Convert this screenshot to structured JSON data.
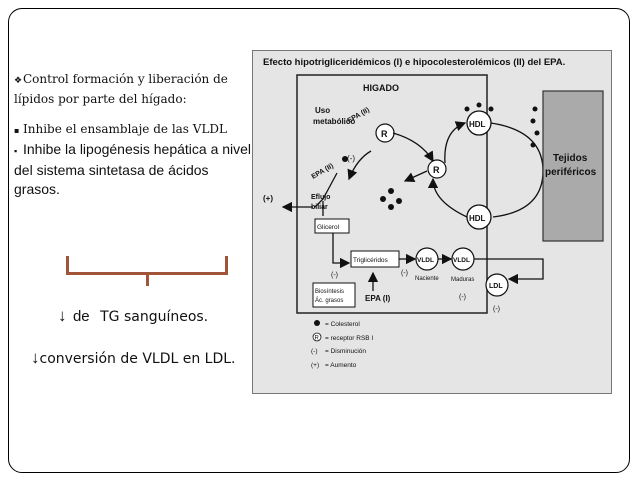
{
  "left": {
    "line1_bullet": "❖",
    "line1": "Control formación y liberación de lípidos por parte del hígado:",
    "line2_bullet": "▪",
    "line2": "Inhibe el ensamblaje de las VLDL",
    "line3_bullet": "▪",
    "line3": "Inhibe la lipogénesis hepática a nivel del sistema sintetasa de ácidos grasos."
  },
  "result1": {
    "arrow": "↓",
    "de": "de",
    "text": "TG sanguíneos."
  },
  "result2": {
    "arrow": "↓",
    "text": "conversión de VLDL en LDL."
  },
  "figure": {
    "title": "Efecto hipotrigliceridémicos (I) e hipocolesterolémicos (II) del EPA.",
    "higado": "HIGADO",
    "uso": "Uso",
    "metabolico": "metabólico",
    "epa_ii_top": "EPA (II)",
    "epa_ii_mid": "EPA (II)",
    "r": "R",
    "minus1": "(-)",
    "plus_efflux": "(+)",
    "efflux1": "Eflujo",
    "efflux2": "biliar",
    "glicerol": "Glicerol",
    "trigliceridos": "Triglicéridos",
    "vldl": "VLDL",
    "vldl_naciente": "Naciente",
    "minus2": "(-)",
    "minus3": "(-)",
    "biosintesis1": "Biosíntesis",
    "biosintesis2": "Ác. grasos",
    "epa_i": "EPA (I)",
    "vldl2": "VLDL",
    "maduras": "Maduras",
    "minus4": "(-)",
    "ldl": "LDL",
    "minus5": "(-)",
    "hdl1": "HDL",
    "hdl2": "HDL",
    "tejidos1": "Tejidos",
    "tejidos2": "periféricos",
    "legend1": "= Colesterol",
    "legend2": "= receptor RSB I",
    "legend3": "= Disminución",
    "legend4": "= Aumento",
    "legend_r": "R",
    "legend_minus": "(-)",
    "legend_plus": "(+)"
  },
  "colors": {
    "bracket": "#a0553a",
    "figure_bg": "#e5e5e5"
  }
}
